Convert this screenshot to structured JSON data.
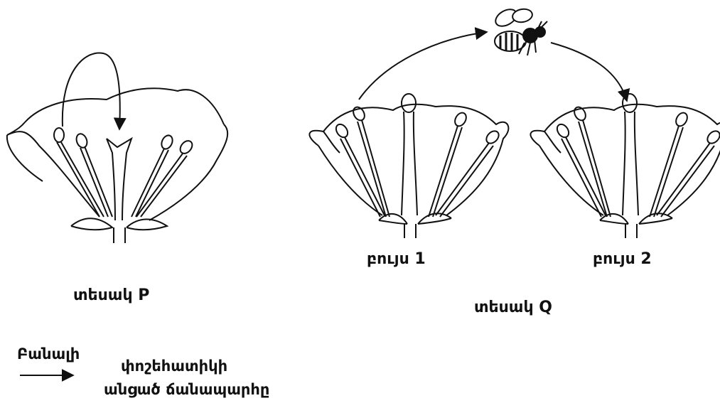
{
  "labels": {
    "plant1": "բույս 1",
    "plant2": "բույս 2",
    "species_p": "տեսակ P",
    "species_q": "տեսակ Q"
  },
  "key": {
    "title": "Բանալի",
    "line1": "փոշեհատիկի",
    "line2": "անցած ճանապարհը"
  },
  "icons": [
    "flower-icon",
    "bee-icon",
    "arrow-icon"
  ]
}
